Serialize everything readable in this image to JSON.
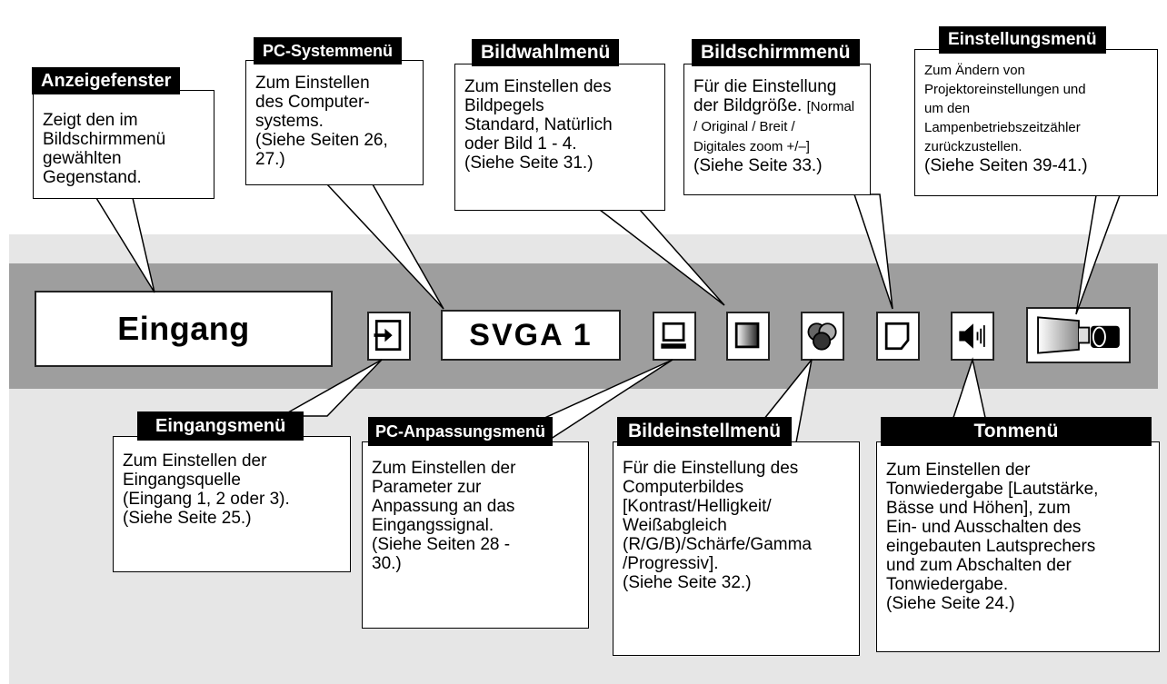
{
  "menubar": {
    "display_text": "Eingang",
    "system_text": "SVGA 1",
    "icons": [
      "input-icon",
      "pc-adjust-icon",
      "image-select-icon",
      "image-adjust-icon",
      "screen-icon",
      "sound-icon",
      "setting-icon"
    ]
  },
  "callouts": {
    "anzeigefenster": {
      "title": "Anzeigefenster",
      "body": "Zeigt den im\nBildschirmmenü\ngewählten\nGegenstand."
    },
    "pc_system": {
      "title": "PC-Systemmenü",
      "body": "Zum Einstellen\ndes Computer-\nsystems.\n(Siehe Seiten 26,\n27.)"
    },
    "bildwahl": {
      "title": "Bildwahlmenü",
      "body": "Zum Einstellen des\nBildpegels\nStandard, Natürlich\noder Bild 1 - 4.\n(Siehe Seite 31.)"
    },
    "bildschirm": {
      "title": "Bildschirmmenü",
      "body_1": "Für die Einstellung\nder Bildgröße. ",
      "body_2": "[Normal\n/ Original / Breit /\nDigitales zoom +/–]",
      "body_3": "\n(Siehe Seite 33.)"
    },
    "einstellung": {
      "title": "Einstellungsmenü",
      "body_small": "Zum Ändern von\nProjektoreinstellungen und\num den\nLampenbetriebszeitzähler\nzurückzustellen.",
      "body": "(Siehe Seiten 39-41.)"
    },
    "eingang": {
      "title": "Eingangsmenü",
      "body": "Zum Einstellen der\nEingangsquelle\n(Eingang 1, 2 oder 3).\n(Siehe Seite 25.)"
    },
    "pc_anpassung": {
      "title": "PC-Anpassungsmenü",
      "body": "Zum Einstellen der\nParameter zur\nAnpassung an das\nEingangssignal.\n(Siehe Seiten 28 -\n30.)"
    },
    "bildeinstell": {
      "title": "Bildeinstellmenü",
      "body": "Für die Einstellung des\nComputerbildes\n[Kontrast/Helligkeit/\nWeißabgleich\n(R/G/B)/Schärfe/Gamma\n/Progressiv].\n(Siehe Seite 32.)"
    },
    "ton": {
      "title": "Tonmenü",
      "body": "Zum Einstellen der\nTonwiedergabe [Lautstärke,\nBässe und Höhen], zum\nEin- und Ausschalten des\neingebauten Lautsprechers\nund zum Abschalten der\nTonwiedergabe.\n(Siehe Seite 24.)"
    }
  }
}
